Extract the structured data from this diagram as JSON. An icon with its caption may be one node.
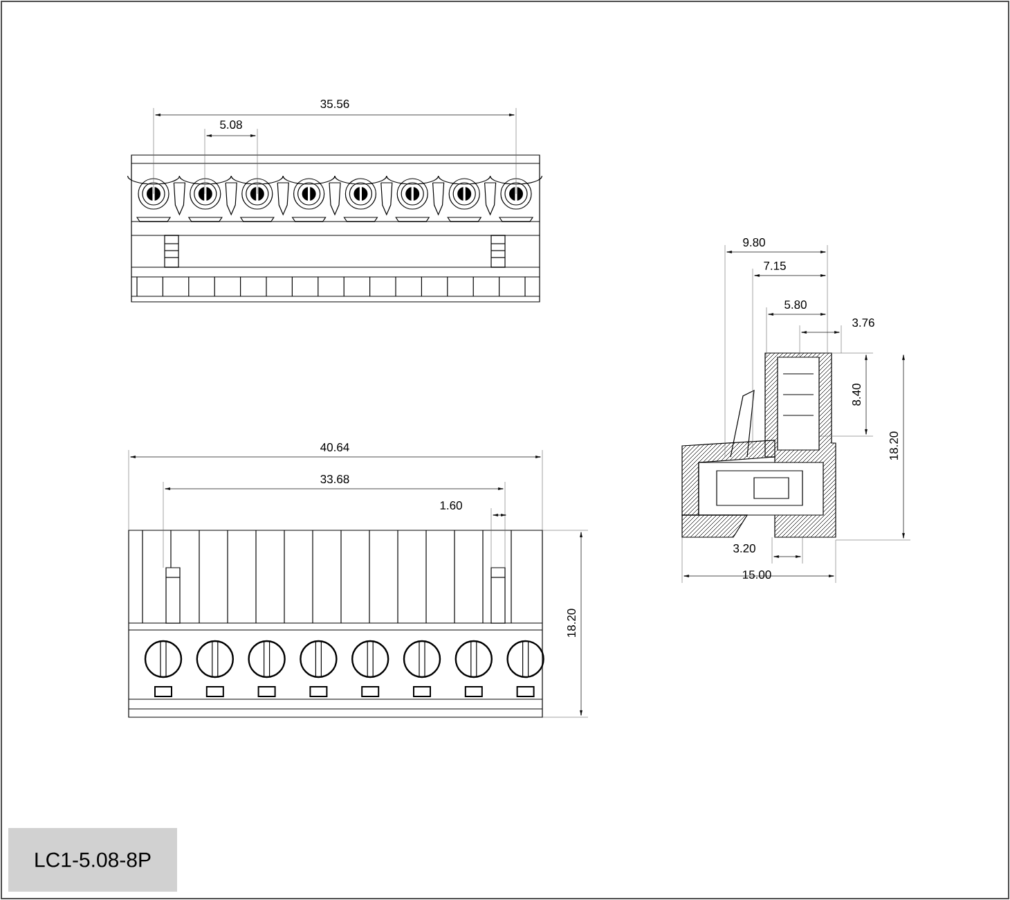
{
  "diagram": {
    "labels": [
      "35.56",
      "5.08",
      "9.80",
      "7.15",
      "5.80",
      "3.76",
      "8.40",
      "18.20",
      "40.64",
      "33.68",
      "1.60",
      "3.20",
      "15.00",
      "18.20",
      "LC1-5.08-8P"
    ]
  }
}
